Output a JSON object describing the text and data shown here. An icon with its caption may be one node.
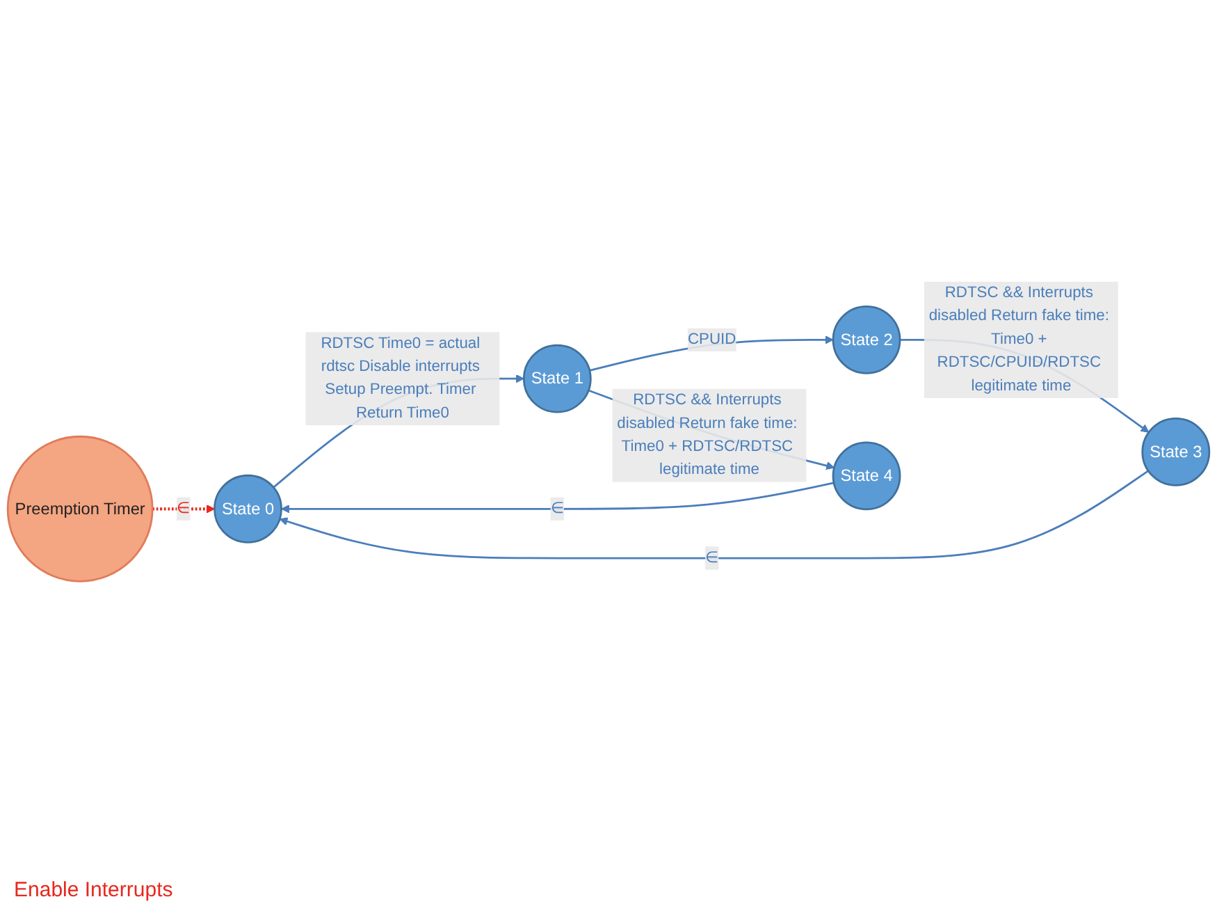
{
  "diagram": {
    "nodes": [
      {
        "text": [
          "State 0"
        ]
      },
      {
        "text": [
          "State 1"
        ]
      },
      {
        "text": [
          "State 2"
        ]
      },
      {
        "text": [
          "State 3"
        ]
      },
      {
        "text": [
          "State 4"
        ]
      },
      {
        "text": [
          "Preemption Timer"
        ]
      }
    ],
    "edges": [
      {
        "from": 0,
        "to": 1,
        "arrow": "to",
        "label": "RDTSC Time0 = actual rdtsc Disable interrupts Setup Preempt. Timer Return Time0"
      },
      {
        "from": 1,
        "to": 2,
        "arrow": "to",
        "label": "CPUID"
      },
      {
        "from": 2,
        "to": 3,
        "arrow": "to",
        "label": "RDTSC && Interrupts disabled Return fake time: Time0 + RDTSC/CPUID/RDTSC legitimate time"
      },
      {
        "from": 3,
        "to": 0,
        "arrow": "to",
        "label": "∈"
      },
      {
        "from": 1,
        "to": 4,
        "arrow": "to",
        "label": "RDTSC && Interrupts disabled Return fake time: Time0 + RDTSC/RDTSC legitimate time"
      },
      {
        "from": 4,
        "to": 0,
        "arrow": "to",
        "label": "∈"
      },
      {
        "from": 5,
        "to": 0,
        "arrow": "to",
        "label": "∈",
        "style": "dashed",
        "color": "#e8281e"
      }
    ],
    "labels": [
      "Enable Interrupts"
    ]
  }
}
